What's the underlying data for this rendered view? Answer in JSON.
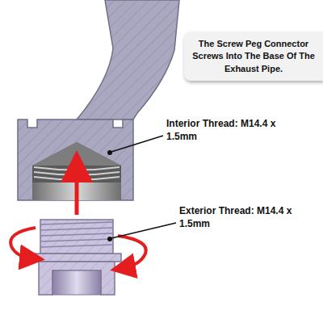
{
  "diagram": {
    "nodes": [
      {
        "text": [
          "The Screw Peg Connector Screws Into The Base Of The Exhaust Pipe."
        ]
      }
    ],
    "labels": [
      "Interior Thread: M14.4 x 1.5mm",
      "Exterior Thread: M14.4 x 1.5mm"
    ]
  }
}
